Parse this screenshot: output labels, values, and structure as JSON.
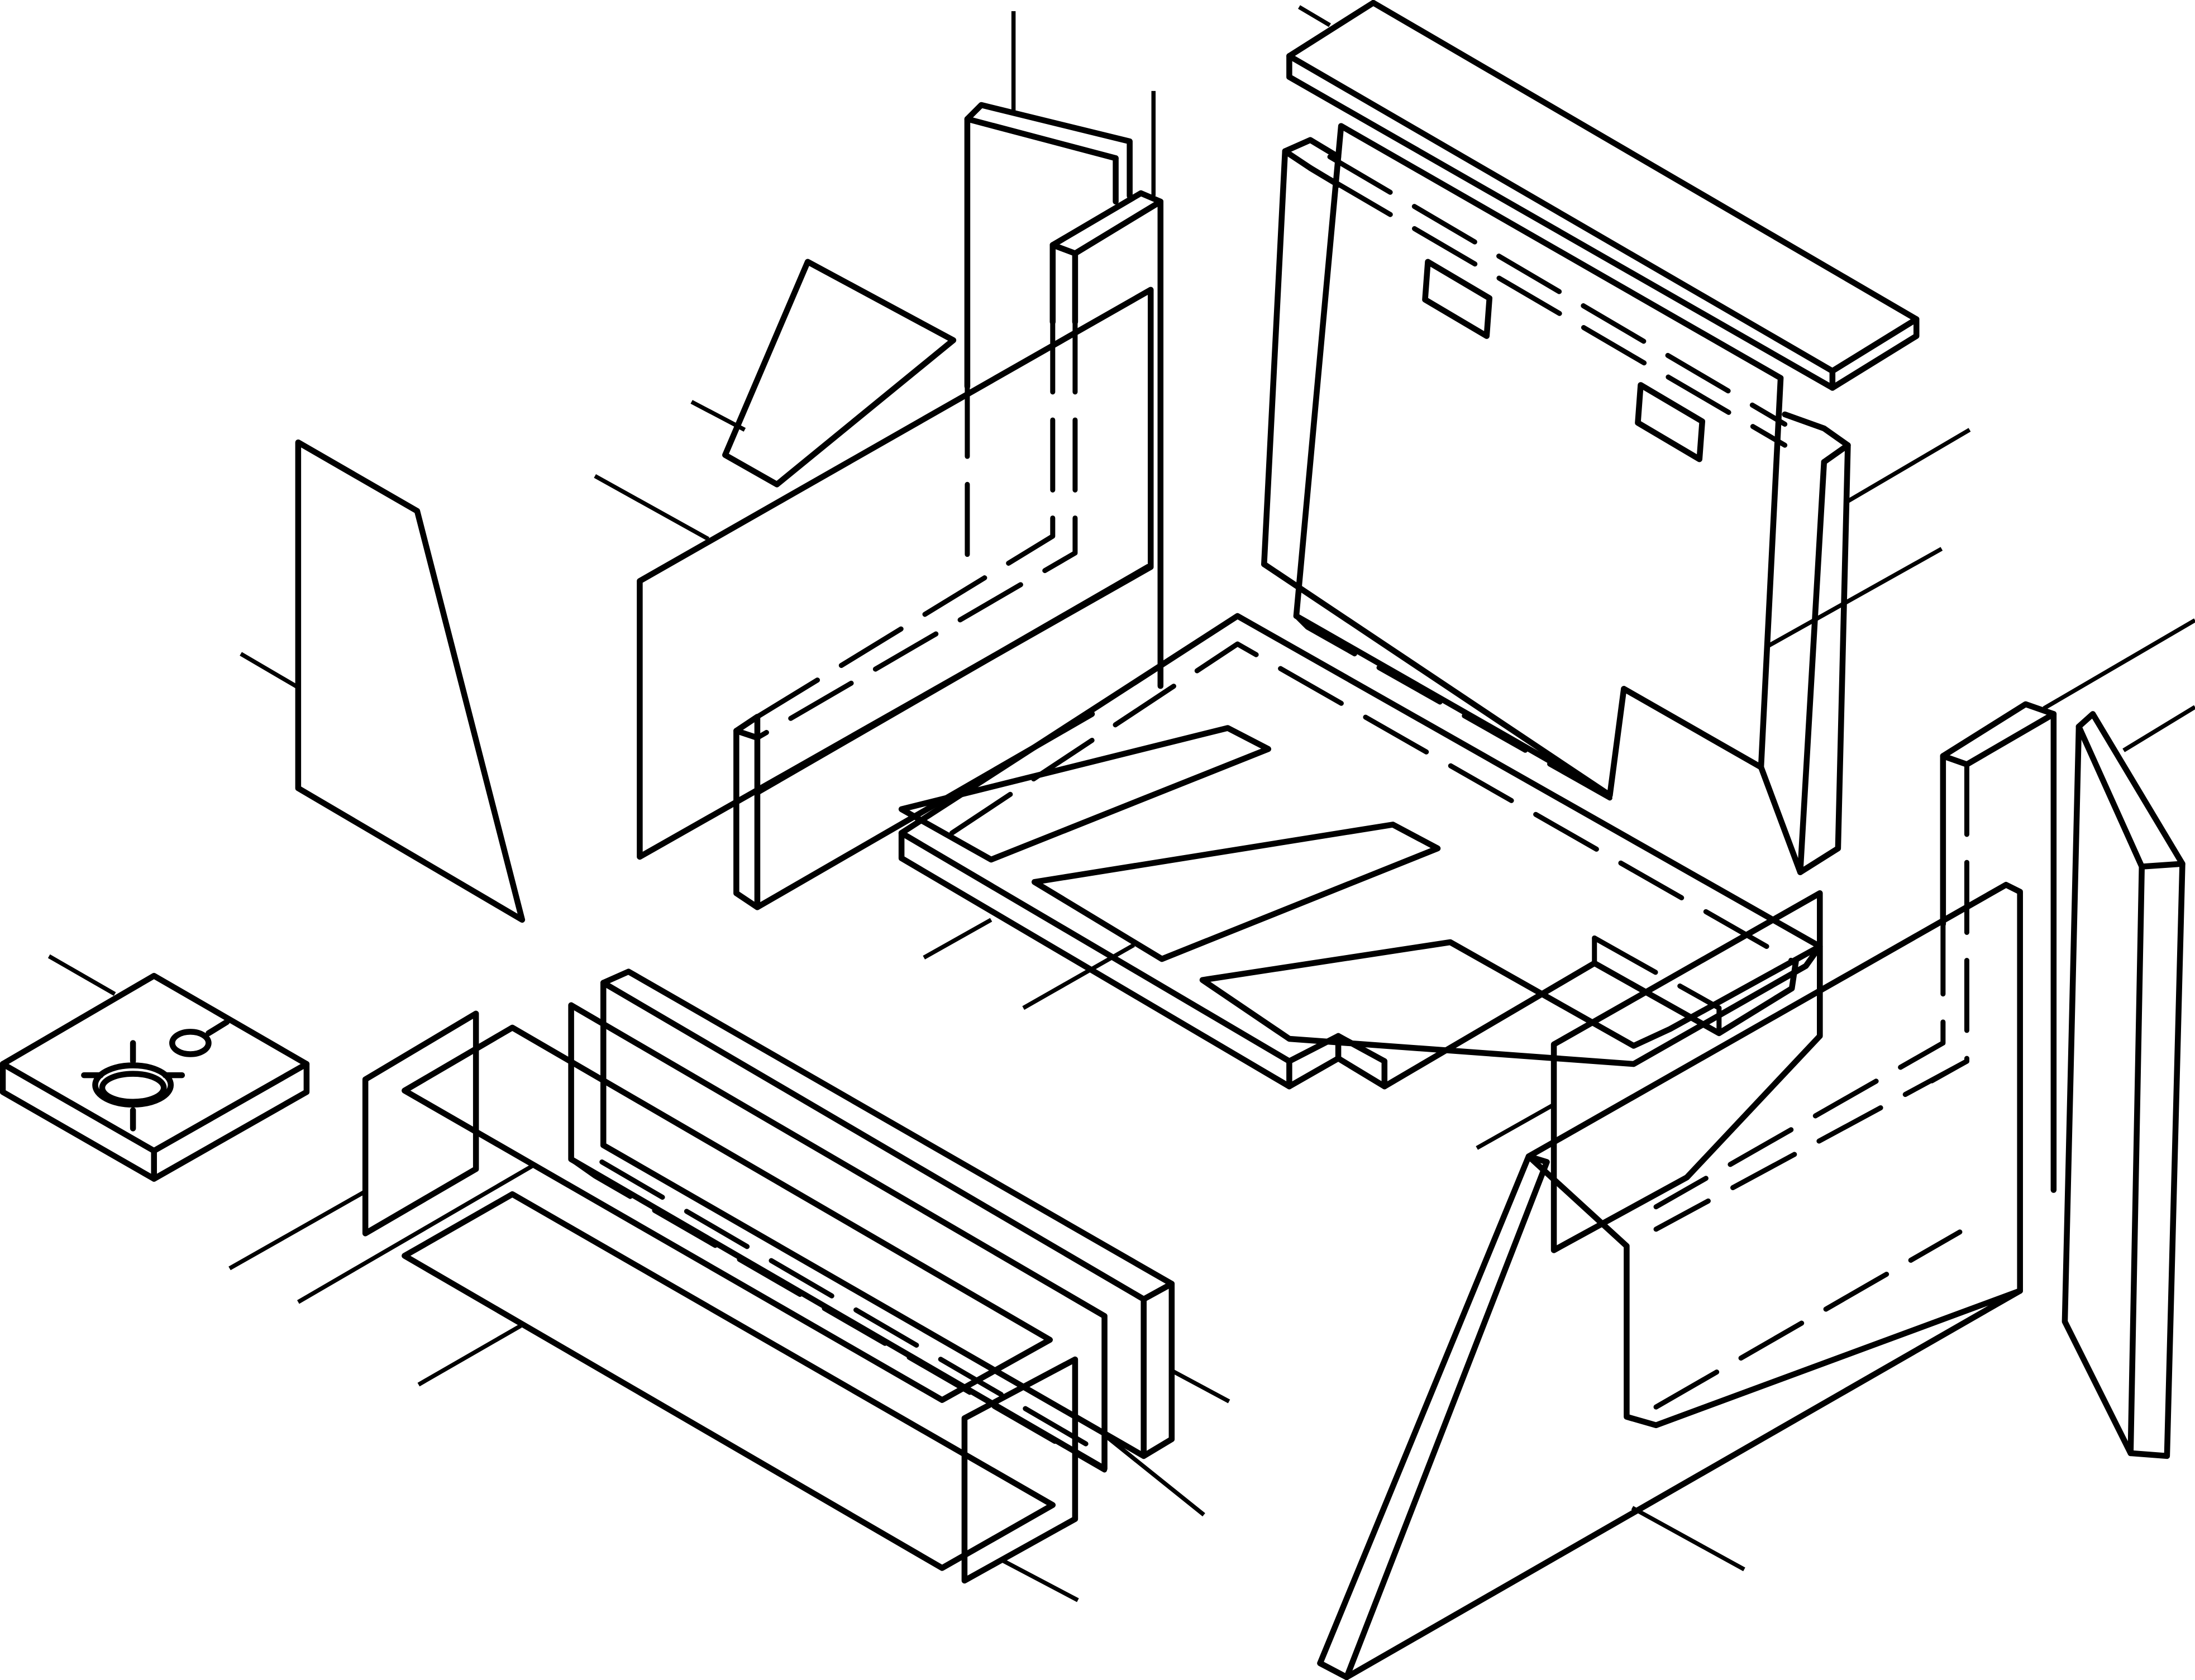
{
  "figure": {
    "kind": "exploded-isometric-line-drawing",
    "colors": {
      "background": "#ffffff",
      "line": "#000000"
    },
    "parts": [
      {
        "id": "top-bar",
        "shape": "long thick board"
      },
      {
        "id": "back-panel-outer",
        "shape": "tall thick board"
      },
      {
        "id": "back-liner",
        "shape": "thin sheet with two rectangular tabs and a notch"
      },
      {
        "id": "left-upright-rear",
        "shape": "narrow vertical board"
      },
      {
        "id": "left-upright-front",
        "shape": "narrow vertical board"
      },
      {
        "id": "left-side-sheet",
        "shape": "thin parallelogram sheet"
      },
      {
        "id": "small-triangle-sheet",
        "shape": "thin wedge"
      },
      {
        "id": "left-triangle-sheet",
        "shape": "tall trapezoid sheet"
      },
      {
        "id": "floor-board",
        "shape": "notched thick floor plate"
      },
      {
        "id": "floor-slot-a",
        "shape": "thin rectangular strip"
      },
      {
        "id": "floor-slot-b",
        "shape": "thin rectangular strip"
      },
      {
        "id": "floor-slot-c",
        "shape": "thin rectangular strip"
      },
      {
        "id": "corner-block",
        "shape": "square block with round hole and small circle"
      },
      {
        "id": "front-end-sheet",
        "shape": "small parallelogram sheet"
      },
      {
        "id": "front-long-sheet-top",
        "shape": "long thin sheet"
      },
      {
        "id": "front-long-sheet-bottom",
        "shape": "long thin sheet"
      },
      {
        "id": "front-frame-board",
        "shape": "long framed board"
      },
      {
        "id": "front-thick-board",
        "shape": "long thick board"
      },
      {
        "id": "front-end-cap",
        "shape": "small parallelogram sheet"
      },
      {
        "id": "right-side-sheet",
        "shape": "thin sheet with angled corner"
      },
      {
        "id": "right-frame-board",
        "shape": "framed board"
      },
      {
        "id": "right-tall-slab",
        "shape": "tall thick slab"
      },
      {
        "id": "right-upright",
        "shape": "narrow vertical board"
      },
      {
        "id": "right-triangle-board",
        "shape": "tall triangular board"
      }
    ],
    "leader_count": 24,
    "labels": []
  }
}
